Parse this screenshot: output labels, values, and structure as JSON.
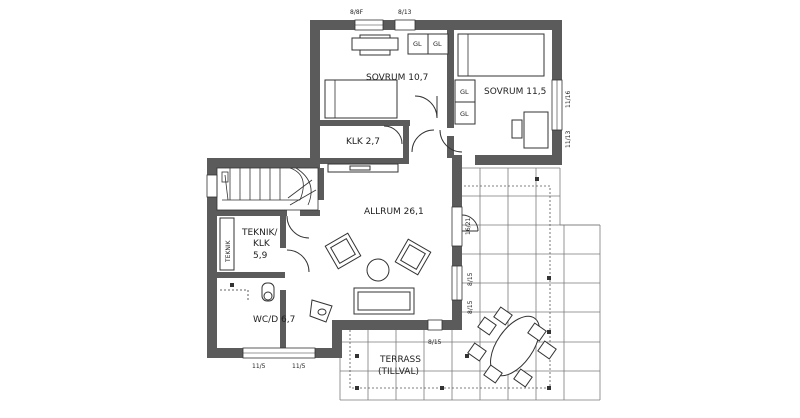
{
  "rooms": {
    "sovrum_a": "SOVRUM 10,7",
    "sovrum_b": "SOVRUM 11,5",
    "klk_small": "KLK 2,7",
    "allrum": "ALLRUM 26,1",
    "teknik_line1": "TEKNIK/",
    "teknik_line2": "KLK",
    "teknik_line3": "5,9",
    "teknik_vertical": "TEKNIK",
    "wcd": "WC/D 6,7",
    "terrass_line1": "TERRASS",
    "terrass_line2": "(TILLVAL)"
  },
  "closets": {
    "gl_1": "GL",
    "gl_2": "GL",
    "gl_3": "GL",
    "gl_4": "GL"
  },
  "window_codes": {
    "top_1": "8/8F",
    "top_2": "8/13",
    "right_1": "11/16",
    "right_2": "11/13",
    "door_right": "16/21",
    "right_mid": "8/15",
    "right_low": "8/15",
    "bottom_door": "8/15",
    "bottom_1": "11/5",
    "bottom_2": "11/5"
  }
}
